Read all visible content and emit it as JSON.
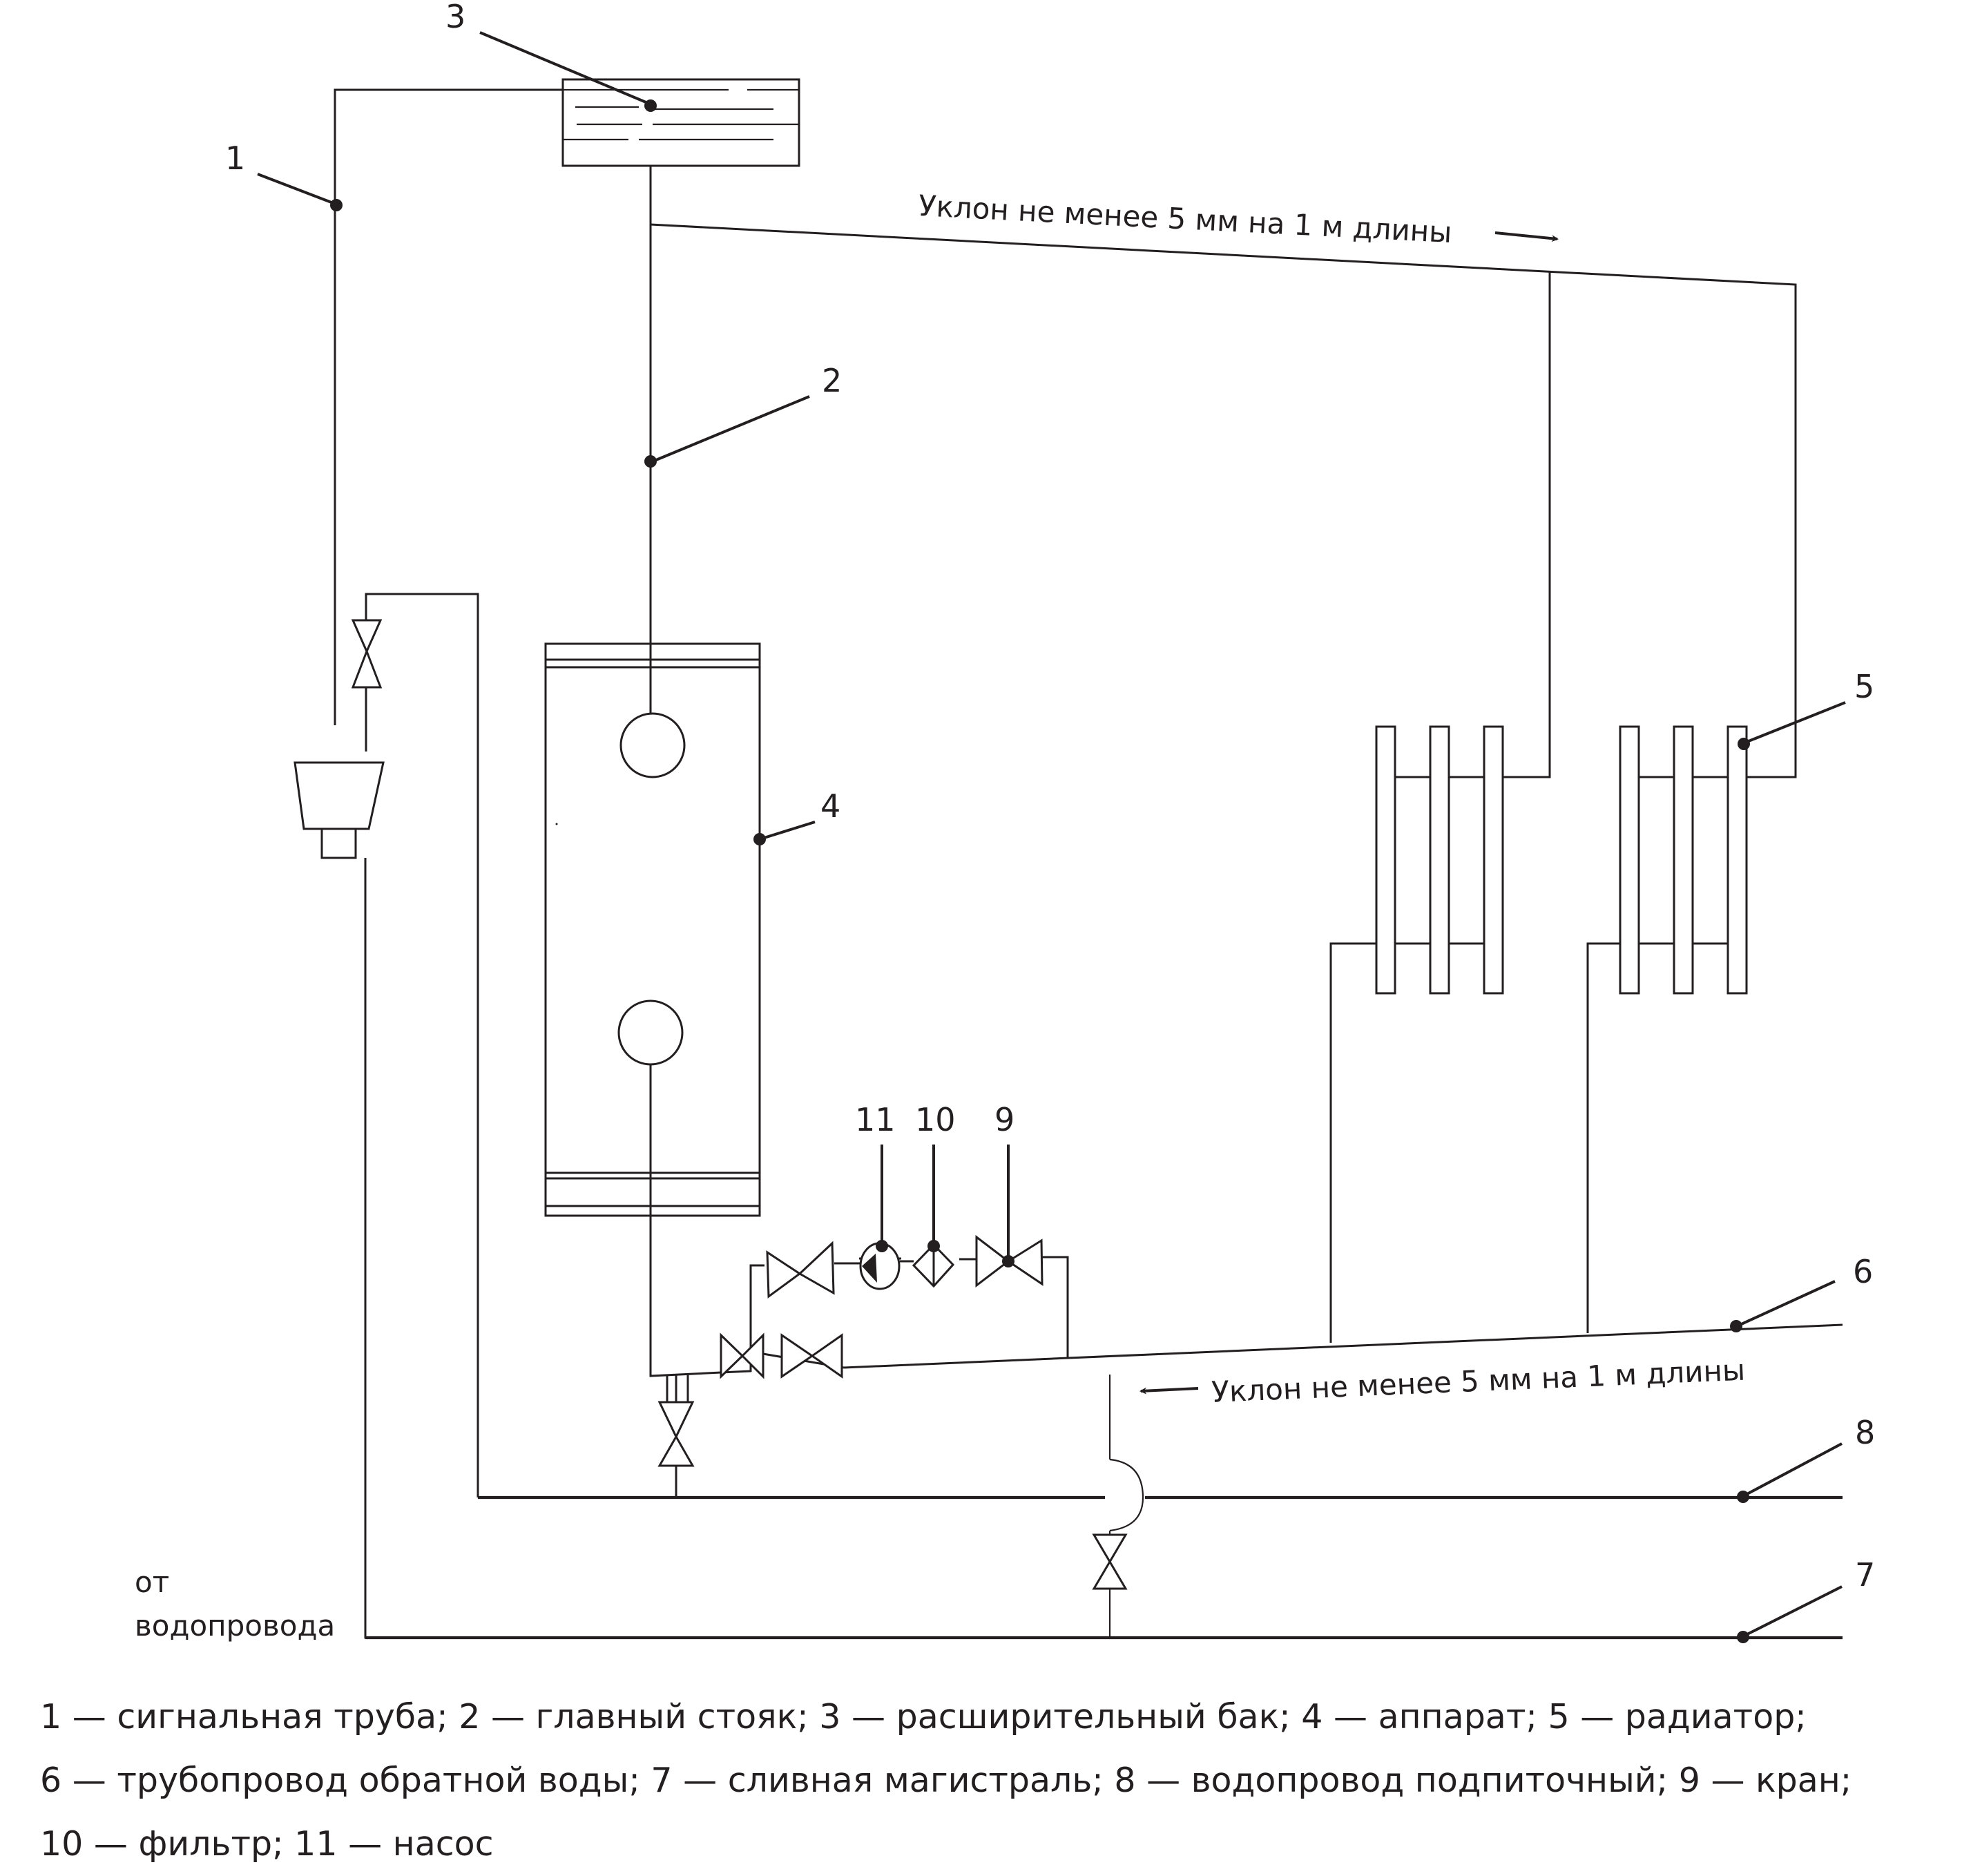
{
  "diagram": {
    "title": "Схема системы отопления",
    "slope_note_supply": "Уклон не менее 5 мм на 1 м длины",
    "slope_note_return": "Уклон не менее 5 мм на 1 м длины",
    "source_label_line1": "от",
    "source_label_line2": "водопровода",
    "callouts": [
      {
        "id": "1",
        "label": "1"
      },
      {
        "id": "2",
        "label": "2"
      },
      {
        "id": "3",
        "label": "3"
      },
      {
        "id": "4",
        "label": "4"
      },
      {
        "id": "5",
        "label": "5"
      },
      {
        "id": "6",
        "label": "6"
      },
      {
        "id": "7",
        "label": "7"
      },
      {
        "id": "8",
        "label": "8"
      },
      {
        "id": "9",
        "label": "9"
      },
      {
        "id": "10",
        "label": "10"
      },
      {
        "id": "11",
        "label": "11"
      }
    ]
  },
  "legend": {
    "lines": [
      "1 — сигнальная труба; 2 — главный стояк; 3 — расширительный бак; 4 — аппарат;  5 — радиатор;",
      "6 — трубопровод обратной воды; 7 — сливная магистраль;  8 — водопровод подпиточный; 9 — кран;",
      "10 — фильтр; 11 — насос"
    ],
    "items": [
      {
        "num": "1",
        "text": "сигнальная труба"
      },
      {
        "num": "2",
        "text": "главный стояк"
      },
      {
        "num": "3",
        "text": "расширительный бак"
      },
      {
        "num": "4",
        "text": "аппарат"
      },
      {
        "num": "5",
        "text": "радиатор"
      },
      {
        "num": "6",
        "text": "трубопровод обратной воды"
      },
      {
        "num": "7",
        "text": "сливная магистраль"
      },
      {
        "num": "8",
        "text": "водопровод подпиточный"
      },
      {
        "num": "9",
        "text": "кран"
      },
      {
        "num": "10",
        "text": "фильтр"
      },
      {
        "num": "11",
        "text": "насос"
      }
    ]
  },
  "colors": {
    "ink": "#231f20",
    "background": "#ffffff"
  }
}
